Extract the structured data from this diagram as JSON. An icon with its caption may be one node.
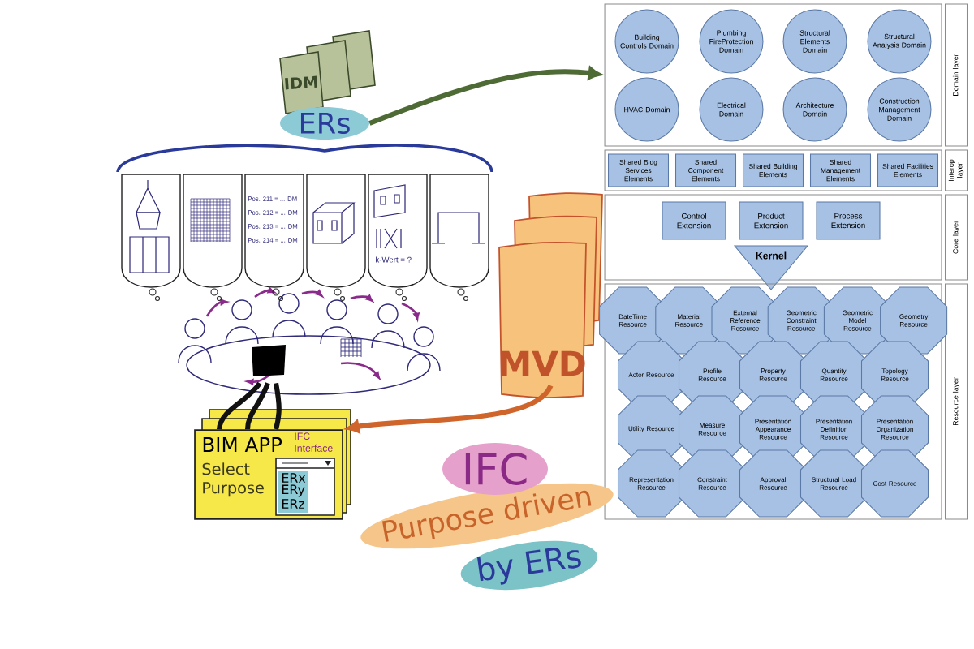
{
  "diagram": {
    "nodes": [
      {
        "text": [
          "IDM"
        ]
      },
      {
        "text": [
          "ERs"
        ]
      },
      {
        "text": [],
        "shape": "picture"
      },
      {
        "text": [
          "BIM APP",
          "IFC Interface",
          "Select Purpose"
        ]
      },
      {
        "text": [
          "ERx",
          "ERy",
          "ERz"
        ],
        "in": 3
      },
      {
        "text": [
          "MVD"
        ]
      },
      {
        "text": [],
        "shape": "box"
      },
      {
        "text": [
          "Domain layer"
        ]
      },
      {
        "text": [
          "Building Controls Domain"
        ],
        "in": 6
      },
      {
        "text": [
          "Plumbing FireProtection Domain"
        ],
        "in": 6
      },
      {
        "text": [
          "Structural Elements Domain"
        ],
        "in": 6
      },
      {
        "text": [
          "Structural Analysis Domain"
        ],
        "in": 6
      },
      {
        "text": [
          "HVAC Domain"
        ],
        "in": 6
      },
      {
        "text": [
          "Electrical Domain"
        ],
        "in": 6
      },
      {
        "text": [
          "Architecture Domain"
        ],
        "in": 6
      },
      {
        "text": [
          "Construction Management Domain"
        ],
        "in": 6
      },
      {
        "text": [],
        "shape": "box"
      },
      {
        "text": [
          "Interop layer"
        ]
      },
      {
        "text": [
          "Shared Bldg Services Elements"
        ],
        "in": 16
      },
      {
        "text": [
          "Shared Component Elements"
        ],
        "in": 16
      },
      {
        "text": [
          "Shared Building Elements"
        ],
        "in": 16
      },
      {
        "text": [
          "Shared Management Elements"
        ],
        "in": 16
      },
      {
        "text": [
          "Shared Facilities Elements"
        ],
        "in": 16
      },
      {
        "text": [],
        "shape": "box"
      },
      {
        "text": [
          "Core layer"
        ]
      },
      {
        "text": [
          "Control Extension"
        ],
        "in": 23
      },
      {
        "text": [
          "Product Extension"
        ],
        "in": 23
      },
      {
        "text": [
          "Process Extension"
        ],
        "in": 23
      },
      {
        "text": [
          "Kernel"
        ]
      },
      {
        "text": [],
        "shape": "box"
      },
      {
        "text": [
          "Resource layer"
        ]
      },
      {
        "text": [
          "DateTime Resource"
        ],
        "in": 29
      },
      {
        "text": [
          "Material Resource"
        ],
        "in": 29
      },
      {
        "text": [
          "External Reference Resource"
        ],
        "in": 29
      },
      {
        "text": [
          "Geometric Constraint Resource"
        ],
        "in": 29
      },
      {
        "text": [
          "Geometric Model Resource"
        ],
        "in": 29
      },
      {
        "text": [
          "Geometry Resource"
        ],
        "in": 29
      },
      {
        "text": [
          "Actor Resource"
        ],
        "in": 29
      },
      {
        "text": [
          "Profile Resource"
        ],
        "in": 29
      },
      {
        "text": [
          "Property Resource"
        ],
        "in": 29
      },
      {
        "text": [
          "Quantity Resource"
        ],
        "in": 29
      },
      {
        "text": [
          "Topology Resource"
        ],
        "in": 29
      },
      {
        "text": [
          "Utility Resource"
        ],
        "in": 29
      },
      {
        "text": [
          "Measure Resource"
        ],
        "in": 29
      },
      {
        "text": [
          "Presentation Appearance Resource"
        ],
        "in": 29
      },
      {
        "text": [
          "Presentation Definition Resource"
        ],
        "in": 29
      },
      {
        "text": [
          "Presentation Organization Resource"
        ],
        "in": 29
      },
      {
        "text": [
          "Representation Resource"
        ],
        "in": 29
      },
      {
        "text": [
          "Constraint Resource"
        ],
        "in": 29
      },
      {
        "text": [
          "Approval Resource"
        ],
        "in": 29
      },
      {
        "text": [
          "Structural Load Resource"
        ],
        "in": 29
      },
      {
        "text": [
          "Cost Resource"
        ],
        "in": 29
      }
    ],
    "edges": [
      {
        "from": 1,
        "to": 6,
        "arrow": "to",
        "color": "#4f6b35"
      },
      {
        "from": 5,
        "to": 3,
        "arrow": "to",
        "color": "#d0652b"
      },
      {
        "from": 2,
        "to": 3,
        "arrow": "none",
        "color": "#111111"
      }
    ],
    "labels": [
      "Pos. 211 = ... DM",
      "Pos. 212 = ... DM",
      "Pos. 213 = ... DM",
      "Pos. 214 = ... DM",
      "k-Wert = ?",
      "IFC",
      "Purpose driven",
      "by ERs"
    ]
  }
}
